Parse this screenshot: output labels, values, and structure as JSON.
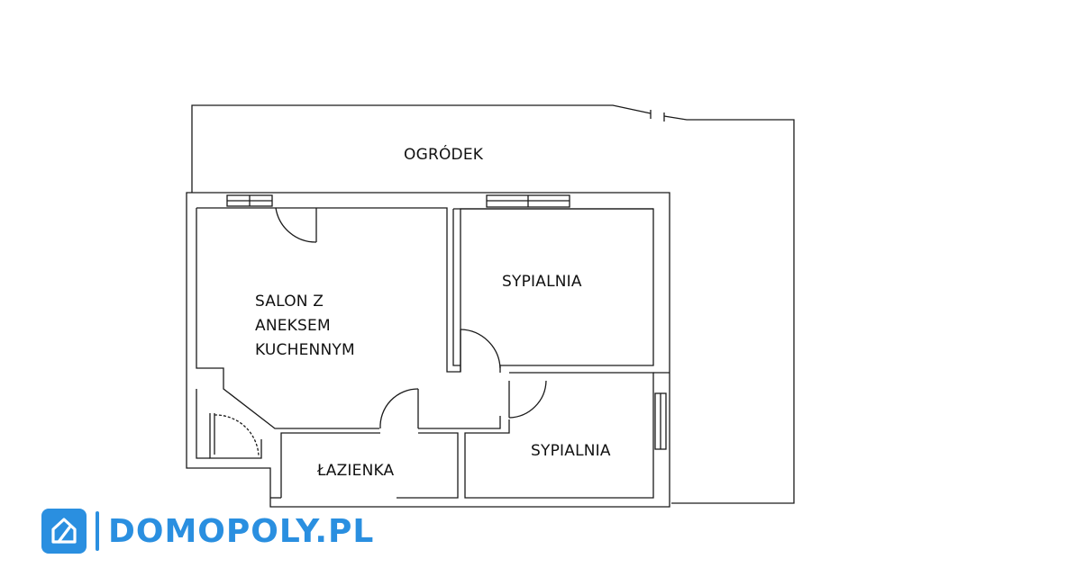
{
  "rooms": {
    "garden": "OGRÓDEK",
    "living": [
      "SALON Z",
      "ANEKSEM",
      "KUCHENNYM"
    ],
    "bedroom_top": "SYPIALNIA",
    "bedroom_bottom": "SYPIALNIA",
    "bathroom": "ŁAZIENKA"
  },
  "brand": {
    "name": "DOMOPOLY.PL",
    "icon": "house-logo-icon",
    "color": "#2a8fe0"
  },
  "colors": {
    "wall": "#1a1a1a",
    "background": "#ffffff"
  }
}
